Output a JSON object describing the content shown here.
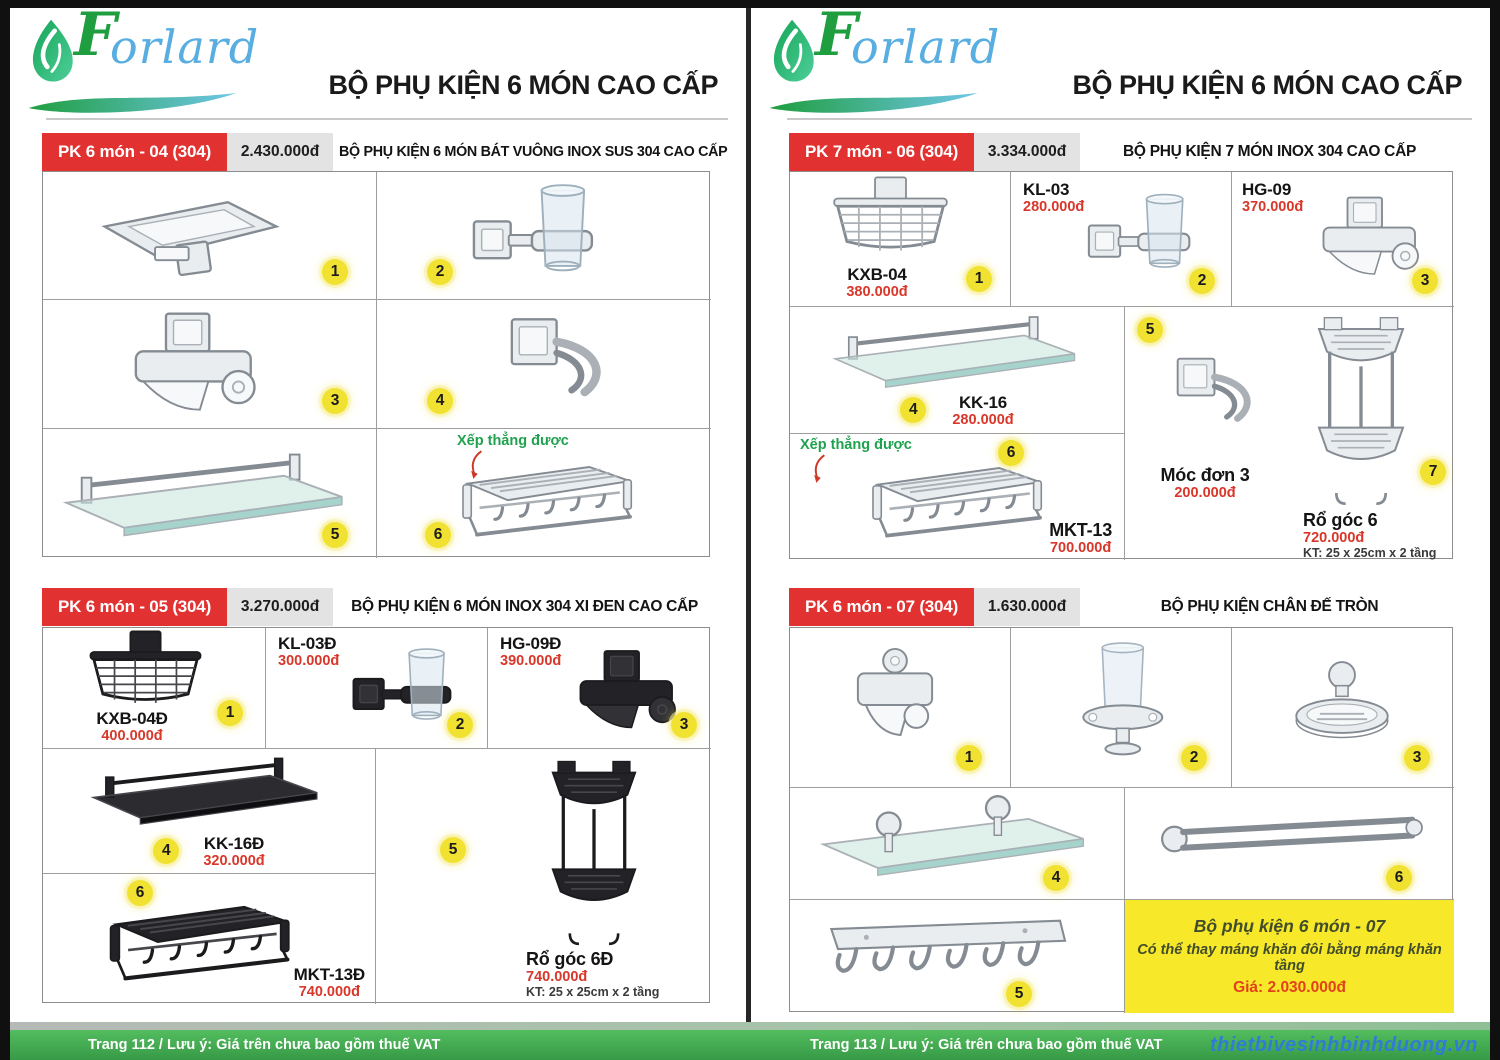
{
  "brand": {
    "name": "Forlard",
    "name_initial": "F",
    "name_rest": "orlard"
  },
  "colors": {
    "accent_red": "#e23131",
    "price_box_gray": "#e3e3e3",
    "price_red": "#d8372a",
    "badge_yellow": "#f1e231",
    "footer_green": "#3f9f4c",
    "website_blue": "#2f7cd8",
    "annotation_green": "#1fa24e",
    "infobox_yellow": "#f7e829",
    "brand_green": "#1f9e3f",
    "brand_blue": "#58aee0"
  },
  "p1": {
    "title": "BỘ PHỤ KIỆN 6 MÓN CAO CẤP",
    "s1": {
      "badge": "PK 6 món - 04 (304)",
      "price": "2.430.000đ",
      "heading": "BỘ PHỤ KIỆN 6 MÓN BÁT VUÔNG INOX SUS 304 CAO CẤP",
      "items": [
        {
          "num": "1"
        },
        {
          "num": "2"
        },
        {
          "num": "3"
        },
        {
          "num": "4"
        },
        {
          "num": "5"
        },
        {
          "num": "6",
          "annotation": "Xếp thẳng được"
        }
      ]
    },
    "s2": {
      "badge": "PK 6 món - 05 (304)",
      "price": "3.270.000đ",
      "heading": "BỘ PHỤ KIỆN 6 MÓN INOX 304 XI ĐEN CAO CẤP",
      "items": [
        {
          "num": "1",
          "code": "KXB-04Đ",
          "price": "400.000đ"
        },
        {
          "num": "2",
          "code": "KL-03Đ",
          "price": "300.000đ"
        },
        {
          "num": "3",
          "code": "HG-09Đ",
          "price": "390.000đ"
        },
        {
          "num": "4",
          "code": "KK-16Đ",
          "price": "320.000đ"
        },
        {
          "num": "5",
          "code": "Rổ góc 6Đ",
          "price": "740.000đ",
          "note": "KT: 25 x 25cm x 2 tầng"
        },
        {
          "num": "6",
          "code": "MKT-13Đ",
          "price": "740.000đ"
        }
      ]
    },
    "footer": "Trang 112 / Lưu ý: Giá trên chưa bao gồm thuế VAT"
  },
  "p2": {
    "title": "BỘ PHỤ KIỆN 6 MÓN CAO CẤP",
    "s1": {
      "badge": "PK 7 món - 06 (304)",
      "price": "3.334.000đ",
      "heading": "BỘ PHỤ KIỆN 7 MÓN INOX 304 CAO CẤP",
      "items": [
        {
          "num": "1",
          "code": "KXB-04",
          "price": "380.000đ"
        },
        {
          "num": "2",
          "code": "KL-03",
          "price": "280.000đ"
        },
        {
          "num": "3",
          "code": "HG-09",
          "price": "370.000đ"
        },
        {
          "num": "4",
          "code": "KK-16",
          "price": "280.000đ"
        },
        {
          "num": "5",
          "code": "Móc đơn 3",
          "price": "200.000đ"
        },
        {
          "num": "6",
          "code": "MKT-13",
          "price": "700.000đ",
          "annotation": "Xếp thẳng được"
        },
        {
          "num": "7",
          "code": "Rổ góc 6",
          "price": "720.000đ",
          "note": "KT: 25 x 25cm x 2 tầng"
        }
      ]
    },
    "s2": {
      "badge": "PK 6 món - 07 (304)",
      "price": "1.630.000đ",
      "heading": "BỘ PHỤ KIỆN CHÂN ĐẾ TRÒN",
      "items": [
        {
          "num": "1"
        },
        {
          "num": "2"
        },
        {
          "num": "3"
        },
        {
          "num": "4"
        },
        {
          "num": "5"
        },
        {
          "num": "6"
        }
      ],
      "infobox": {
        "title": "Bộ phụ kiện 6 món - 07",
        "line": "Có thể thay máng khăn đôi bằng máng khăn tầng",
        "price": "Giá: 2.030.000đ"
      }
    },
    "footer": "Trang 113 / Lưu ý: Giá trên chưa bao gồm thuế VAT",
    "website": "thietbivesinhbinhduong.vn"
  }
}
